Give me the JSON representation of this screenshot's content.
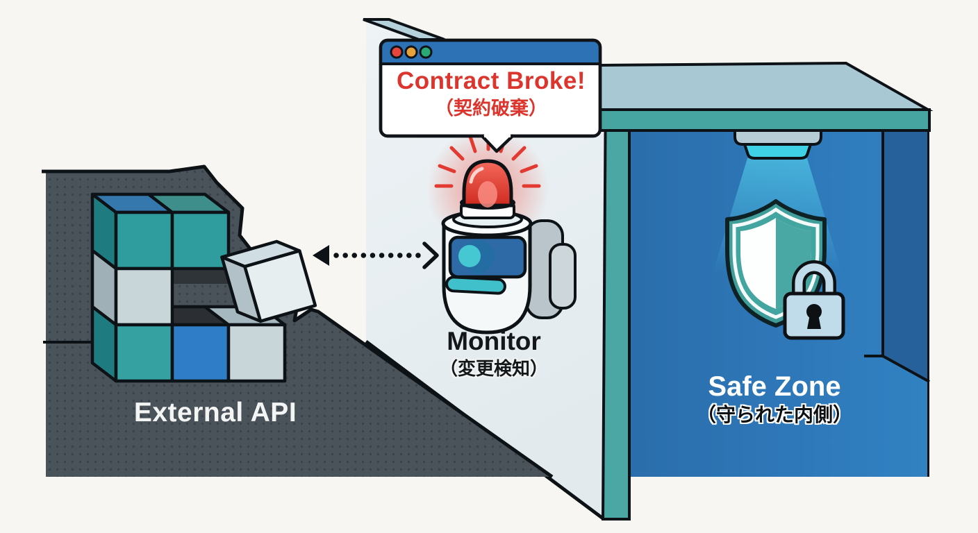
{
  "title": "API contract monitoring concept diagram",
  "alert_window": {
    "line1": "Contract Broke!",
    "line2": "（契約破棄）",
    "window_dots": [
      "red",
      "orange",
      "green"
    ]
  },
  "zones": {
    "external": {
      "label": "External API"
    },
    "monitor": {
      "label": "Monitor",
      "sublabel": "（変更検知）"
    },
    "safe": {
      "label": "Safe Zone",
      "sublabel": "（守られた内側）"
    }
  },
  "icons": {
    "browser_alert": "browser-window-icon",
    "alarm": "alarm-light-icon",
    "camera": "monitor-camera-icon",
    "shield": "shield-icon",
    "padlock": "padlock-icon",
    "lamp": "ceiling-light-icon",
    "arrow": "dotted-double-arrow-icon",
    "blocks": "api-blocks-icon",
    "falling_block": "falling-block-icon"
  },
  "colors": {
    "alert_red": "#dc352d",
    "window_bar_blue": "#2d72b5",
    "room_blue": "#2e77b8",
    "room_side_blue": "#27619c",
    "teal_edge": "#47a5a1",
    "ceiling_gray_blue": "#a8c8d3",
    "dark_zone": "#4a535a",
    "wall_light": "#e9eff2",
    "cube_teal": "#2f9d9d",
    "cube_blue": "#2e7dc6",
    "cube_gray": "#c8d5d9",
    "lens_teal": "#46c8d2",
    "beam_cyan": "#3fd2e6",
    "outline": "#0d1216"
  }
}
